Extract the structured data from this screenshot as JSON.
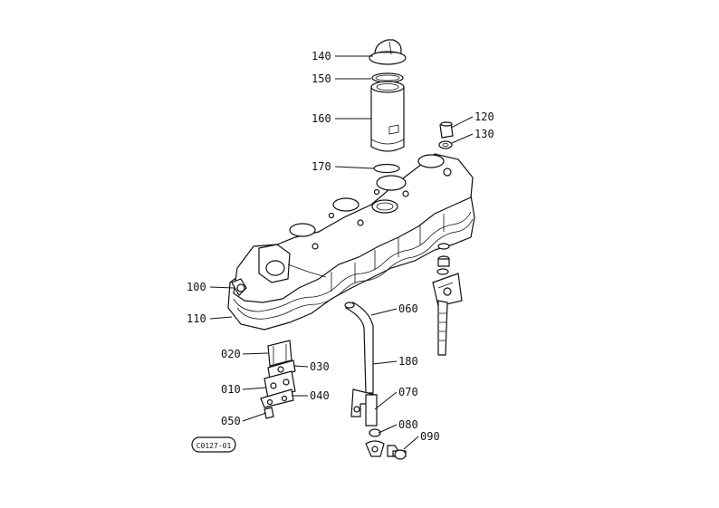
{
  "diagram_id": "C0127-01",
  "callouts": [
    {
      "id": "c140",
      "text": "140"
    },
    {
      "id": "c150",
      "text": "150"
    },
    {
      "id": "c160",
      "text": "160"
    },
    {
      "id": "c120",
      "text": "120"
    },
    {
      "id": "c130",
      "text": "130"
    },
    {
      "id": "c170",
      "text": "170"
    },
    {
      "id": "c100",
      "text": "100"
    },
    {
      "id": "c110",
      "text": "110"
    },
    {
      "id": "c060",
      "text": "060"
    },
    {
      "id": "c020",
      "text": "020"
    },
    {
      "id": "c030",
      "text": "030"
    },
    {
      "id": "c180",
      "text": "180"
    },
    {
      "id": "c010",
      "text": "010"
    },
    {
      "id": "c040",
      "text": "040"
    },
    {
      "id": "c070",
      "text": "070"
    },
    {
      "id": "c050",
      "text": "050"
    },
    {
      "id": "c080",
      "text": "080"
    },
    {
      "id": "c090",
      "text": "090"
    }
  ]
}
